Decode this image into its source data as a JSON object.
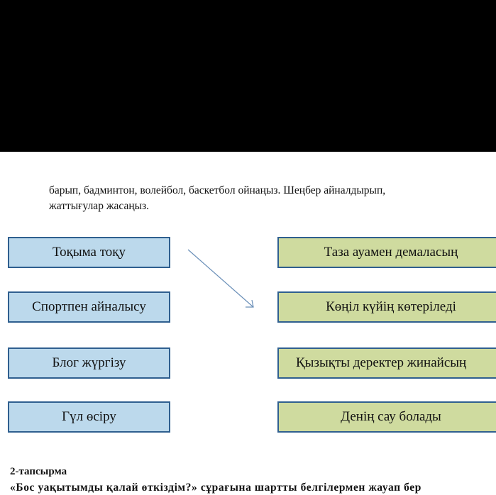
{
  "intro": {
    "line1": "барып, бадминтон, волейбол, баскетбол ойнаңыз. Шеңбер айналдырып,",
    "line2": "жаттығулар жасаңыз."
  },
  "left_boxes": [
    "Тоқыма тоқу",
    "Спортпен айналысу",
    "Блог жүргізу",
    "Гүл өсіру"
  ],
  "right_boxes": [
    "Таза ауамен демаласың",
    "Көңіл күйің көтеріледі",
    "Қызықты деректер жинайсың",
    "Денің сау болады"
  ],
  "colors": {
    "left_fill": "#bcd9ec",
    "right_fill": "#cfdb9f",
    "border": "#2f5f8f"
  },
  "task": {
    "title": "2-тапсырма",
    "text": "«Бос уақытымды қалай өткіздім?» сұрағына шартты белгілермен жауап бер"
  }
}
